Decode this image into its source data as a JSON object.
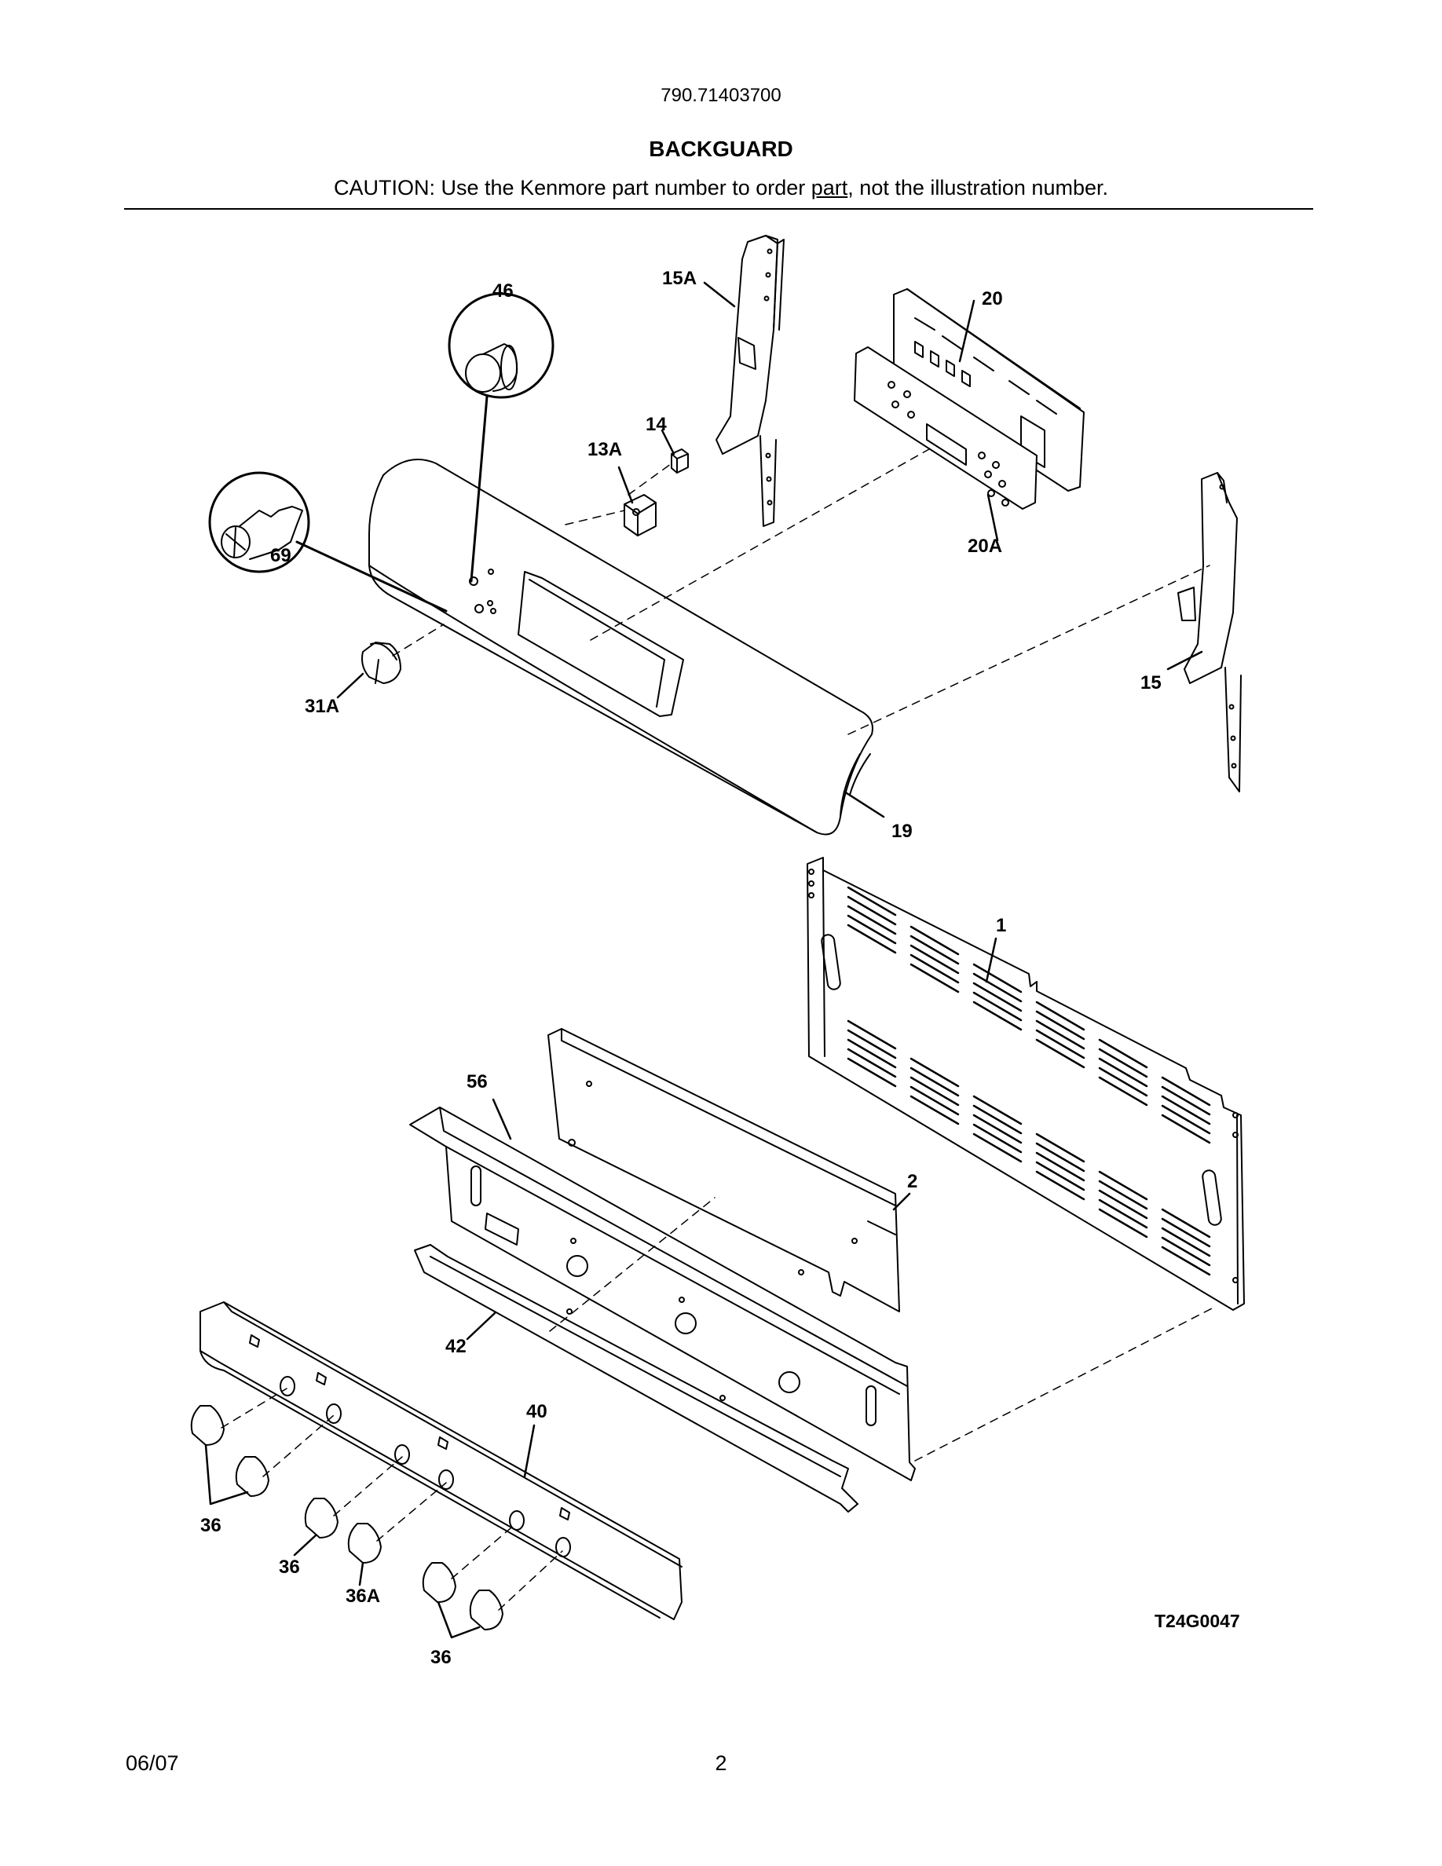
{
  "header": {
    "model_number": "790.71403700",
    "title": "BACKGUARD",
    "caution_before": "CAUTION: Use the Kenmore part number to order ",
    "caution_link": "part",
    "caution_after": ", not the illustration number."
  },
  "callouts": {
    "c15A": "15A",
    "c20": "20",
    "c46": "46",
    "c14": "14",
    "c13A": "13A",
    "c20A": "20A",
    "c69": "69",
    "c15": "15",
    "c31A": "31A",
    "c19": "19",
    "c1": "1",
    "c56": "56",
    "c2": "2",
    "c42": "42",
    "c40": "40",
    "c36a": "36",
    "c36b": "36",
    "c36A": "36A",
    "c36c": "36"
  },
  "drawing_code": "T24G0047",
  "footer": {
    "date": "06/07",
    "page": "2"
  }
}
